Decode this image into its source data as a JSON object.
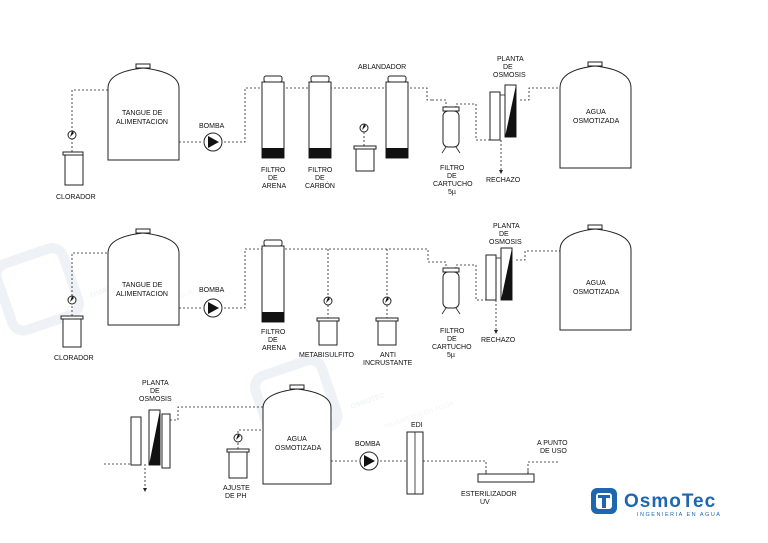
{
  "row1": {
    "clorador": "CLORADOR",
    "tank_line1": "TANGUE DE",
    "tank_line2": "ALIMENTACION",
    "bomba": "BOMBA",
    "filtro_arena": [
      "FILTRO",
      "DE",
      "ARENA"
    ],
    "filtro_carbon": [
      "FILTRO",
      "DE",
      "CARBÓN"
    ],
    "ablandador": "ABLANDADOR",
    "planta": [
      "PLANTA",
      "DE",
      "OSMOSIS"
    ],
    "filtro_cartucho": [
      "FILTRO",
      "DE",
      "CARTUCHO",
      "5µ"
    ],
    "rechazo": "RECHAZO",
    "agua": [
      "AGUA",
      "OSMOTIZADA"
    ]
  },
  "row2": {
    "clorador": "CLORADOR",
    "tank_line1": "TANGUE DE",
    "tank_line2": "ALIMENTACION",
    "bomba": "BOMBA",
    "filtro_arena": [
      "FILTRO",
      "DE",
      "ARENA"
    ],
    "metabisulfito": "METABISULFITO",
    "anti": [
      "ANTI",
      "INCRUSTANTE"
    ],
    "planta": [
      "PLANTA",
      "DE",
      "OSMOSIS"
    ],
    "filtro_cartucho": [
      "FILTRO",
      "DE",
      "CARTUCHO",
      "5µ"
    ],
    "rechazo": "RECHAZO",
    "agua": [
      "AGUA",
      "OSMOTIZADA"
    ]
  },
  "row3": {
    "planta": [
      "PLANTA",
      "DE",
      "OSMOSIS"
    ],
    "ajuste": [
      "AJUSTE",
      "DE PH"
    ],
    "agua": [
      "AGUA",
      "OSMOTIZADA"
    ],
    "bomba": "BOMBA",
    "edi": "EDI",
    "esterilizador": [
      "ESTERILIZADOR",
      "UV"
    ],
    "punto": [
      "A PUNTO",
      "DE USO"
    ]
  },
  "logo": {
    "name": "OsmoTec",
    "tagline": "INGENIERIA EN AGUA",
    "color": "#1f66b0"
  },
  "watermark": {
    "name": "OSMOTEC",
    "tagline": "INGENIERIA EN AGUA"
  }
}
